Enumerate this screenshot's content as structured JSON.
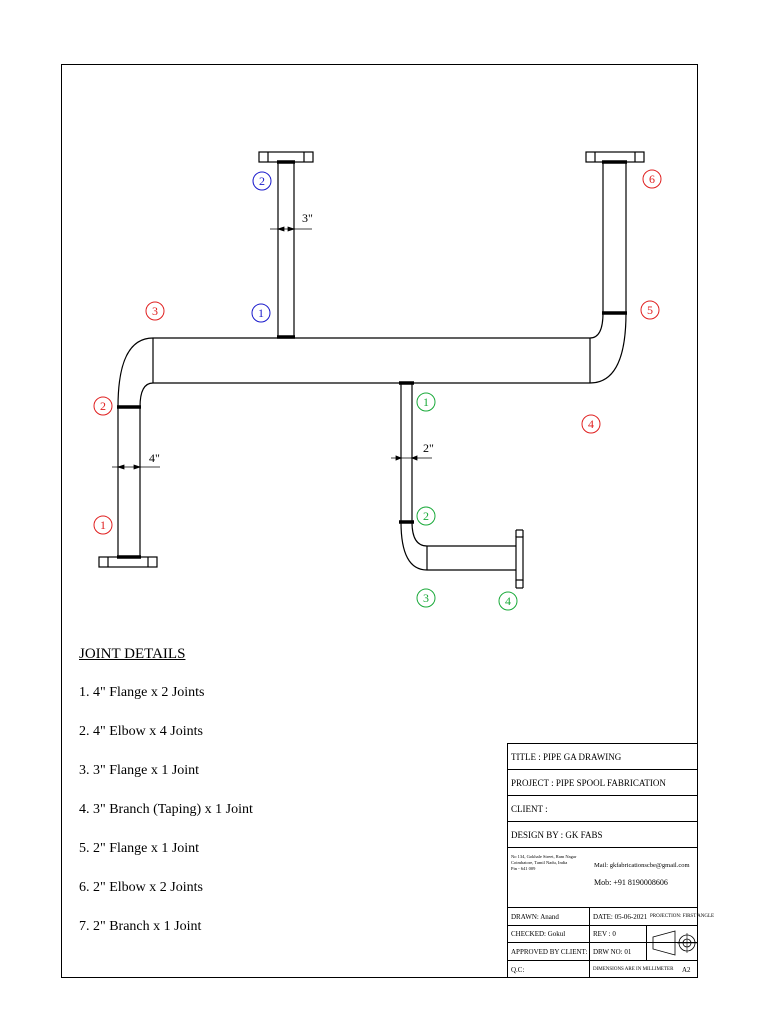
{
  "dimensions": {
    "d3": "3\"",
    "d4": "4\"",
    "d2": "2\""
  },
  "markers": {
    "red": [
      "1",
      "2",
      "3",
      "4",
      "5",
      "6"
    ],
    "blue": [
      "1",
      "2"
    ],
    "green": [
      "1",
      "2",
      "3",
      "4"
    ]
  },
  "colors": {
    "red": "#e02020",
    "blue": "#1a1acc",
    "green": "#1aaa3a"
  },
  "joint_details": {
    "heading": "JOINT DETAILS",
    "items": [
      "1. 4\" Flange x 2 Joints",
      "2. 4\" Elbow x 4 Joints",
      "3. 3\" Flange x 1 Joint",
      "4. 3\" Branch (Taping) x 1 Joint",
      "5. 2\" Flange x 1 Joint",
      "6. 2\" Elbow x 2 Joints",
      "7. 2\" Branch x 1 Joint"
    ]
  },
  "title_block": {
    "title": "TITLE :     PIPE GA DRAWING",
    "project": "PROJECT :  PIPE SPOOL FABRICATION",
    "client": "CLIENT :",
    "design_by": "DESIGN BY : GK FABS",
    "address": [
      "No 134, Gokhale Street, Ram Nagar",
      "Coimbatore, Tamil Nadu, India",
      "Pin - 641 009"
    ],
    "mail": "Mail: gkfabricationscbe@gmail.com",
    "mob": "Mob: +91 8190008606",
    "drawn": "DRAWN: Anand",
    "date": "DATE: 05-06-2021",
    "projection": "PROJECTION: FIRST ANGLE",
    "checked": "CHECKED: Gokul",
    "rev": "REV : 0",
    "approved": "APPROVED BY CLIENT:",
    "drw_no": "DRW NO:  01",
    "qc": "Q.C:",
    "dims_note": "DIMENSIONS ARE IN MILLIMETER",
    "sheet_size": "A2"
  }
}
